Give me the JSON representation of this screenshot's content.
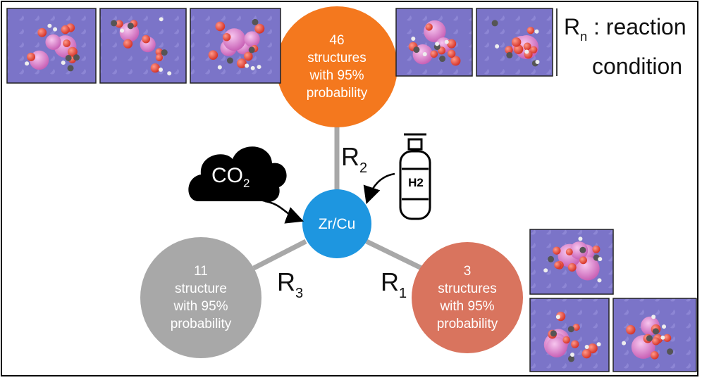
{
  "legend": {
    "symbol": "R",
    "subscript": "n",
    "separator": ": reaction",
    "line2": "condition"
  },
  "center": {
    "label": "Zr/Cu",
    "color": "#1e96e0"
  },
  "nodes": {
    "top": {
      "lines": [
        "46",
        "structures",
        "with 95%",
        "probability"
      ],
      "color": "#f4781e"
    },
    "right": {
      "lines": [
        "3",
        "structures",
        "with 95%",
        "probability"
      ],
      "color": "#d9745e"
    },
    "left": {
      "lines": [
        "11",
        "structure",
        "with 95%",
        "probability"
      ],
      "color": "#a8a8a8"
    }
  },
  "reactions": {
    "r1": {
      "symbol": "R",
      "sub": "1"
    },
    "r2": {
      "symbol": "R",
      "sub": "2"
    },
    "r3": {
      "symbol": "R",
      "sub": "3"
    }
  },
  "co2": {
    "main": "CO",
    "sub": "2"
  },
  "h2": {
    "label": "H2"
  },
  "icons": [
    "co2-cloud-icon",
    "h2-gas-cylinder-icon",
    "arrow-icon"
  ],
  "colors": {
    "surface_atom": "#7b74c8",
    "zr_atom": "#e58ad6",
    "oxygen_atom": "#e84a3c",
    "carbon_atom": "#555555",
    "hydrogen_atom": "#e8e8e8",
    "connector": "#a8a8a8"
  }
}
